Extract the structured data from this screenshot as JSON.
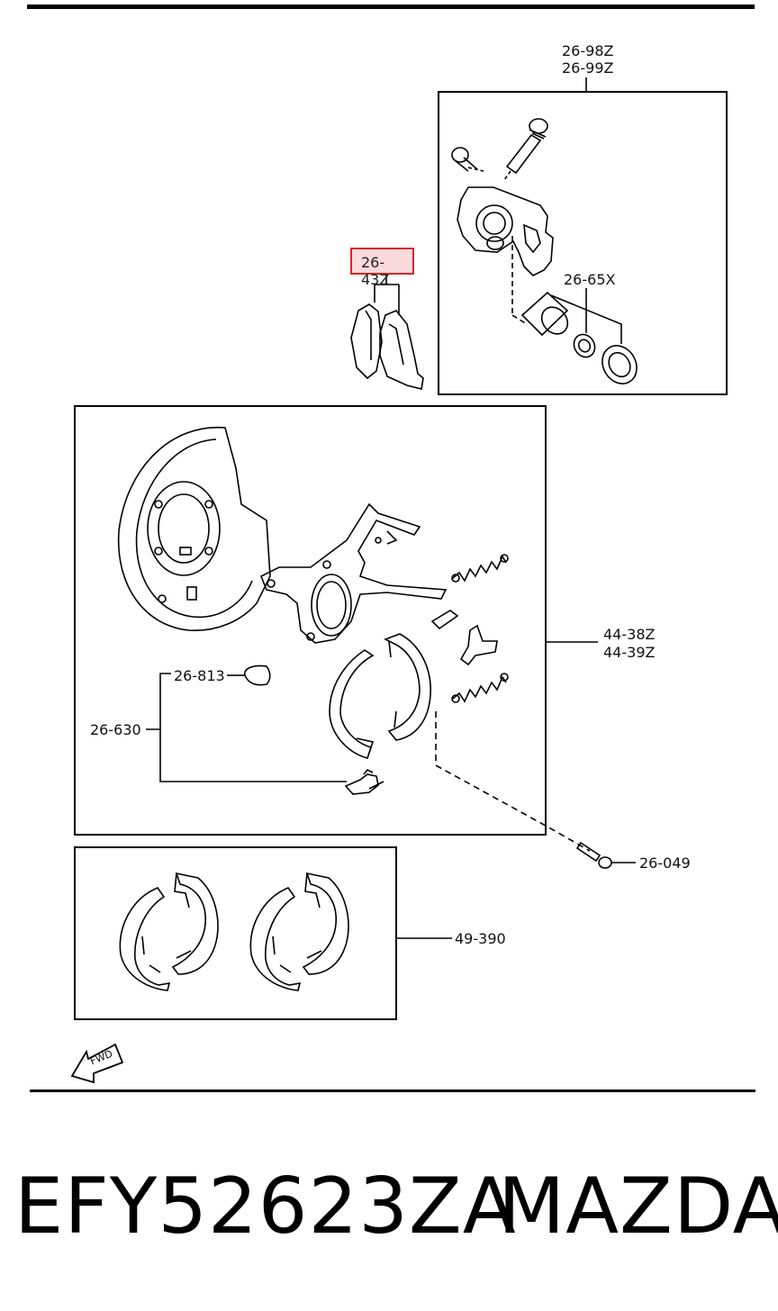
{
  "labels": {
    "caliper_a": "26-98Z",
    "caliper_b": "26-99Z",
    "pad": "26-43Z",
    "piston": "26-65X",
    "parking_brake_a": "44-38Z",
    "parking_brake_b": "44-39Z",
    "pin": "26-813",
    "hold_down": "26-630",
    "bolt": "26-049",
    "shoe_set": "49-390",
    "fwd": "FWD"
  },
  "footer": {
    "part_number": "EFY52623ZA",
    "brand": "MAZDA"
  },
  "highlight_color": "#d9262c"
}
